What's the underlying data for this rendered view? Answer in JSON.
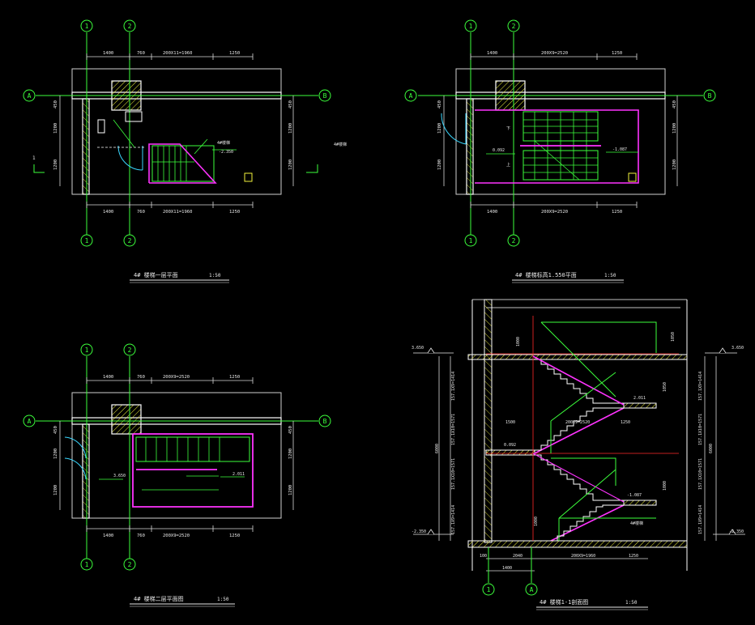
{
  "colors": {
    "background": "#000000",
    "wall": "#ffffff",
    "axis": "#3cff3c",
    "stair": "#3cff3c",
    "handrail": "#ff33ff",
    "dimension": "#d8d8d8",
    "section_axis": "#ff2a2a",
    "door": "#3ad8ff",
    "text": "#e8e8e8",
    "hatch": "#f2f23c"
  },
  "plan_first": {
    "title": "4# 楼梯一层平面",
    "scale": "1:50",
    "axis_top": [
      "1",
      "2"
    ],
    "axis_bottom": [
      "1",
      "2"
    ],
    "axis_side": [
      "A",
      "B"
    ],
    "dims_top": [
      "1400",
      "760",
      "200X11=1960",
      "1250"
    ],
    "dims_bottom": [
      "1400",
      "760",
      "200X11=1960",
      "1250"
    ],
    "dims_left": [
      "450",
      "1200",
      "1200"
    ],
    "dims_right": [
      "450",
      "1200",
      "1200"
    ],
    "level": "-2.350",
    "level_tag": "4#楼梯",
    "side_note": "4#楼梯"
  },
  "plan_mezz": {
    "title": "4# 楼梯标高1.550平面",
    "scale": "1:50",
    "axis_top": [
      "1",
      "2"
    ],
    "axis_bottom": [
      "1",
      "2"
    ],
    "axis_side": [
      "A",
      "B"
    ],
    "dims_top": [
      "1400",
      "200X9=2520",
      "1250"
    ],
    "dims_bottom": [
      "1400",
      "200X9=2520",
      "1250"
    ],
    "dims_left": [
      "450",
      "1200",
      "1200"
    ],
    "dims_right": [
      "450",
      "1200",
      "1200"
    ],
    "level_left": "0.092",
    "level_right": "-1.087",
    "labels": [
      "下",
      "上"
    ]
  },
  "plan_second": {
    "title": "4# 楼梯二层平面图",
    "scale": "1:50",
    "axis_top": [
      "1",
      "2"
    ],
    "axis_bottom": [
      "1",
      "2"
    ],
    "axis_side": [
      "A",
      "B"
    ],
    "dims_top": [
      "1400",
      "760",
      "200X9=2520",
      "1250"
    ],
    "dims_bottom": [
      "1400",
      "760",
      "200X9=2520",
      "1250"
    ],
    "dims_left": [
      "450",
      "1200",
      "1200"
    ],
    "dims_right": [
      "450",
      "1200",
      "1200"
    ],
    "level_left": "3.650",
    "level_right": "2.011"
  },
  "section": {
    "title": "4# 楼梯1-1剖面图",
    "scale": "1:50",
    "axis_bottom": [
      "1",
      "A"
    ],
    "level_top_left": "3.650",
    "level_top_right": "3.650",
    "level_bottom_left": "-2.350",
    "level_bottom_right": "-2.350",
    "levels_mid": [
      "2.011",
      "0.092",
      "-1.087"
    ],
    "dims_left": [
      "157.1X9=1414",
      "157.1X10=1571",
      "157.1X10=1571",
      "157.1X9=1414"
    ],
    "dims_right": [
      "157.1X9=1414",
      "157.1X10=1571",
      "157.1X10=1571",
      "157.1X9=1414"
    ],
    "overall_height": "6000",
    "dims_bottom": [
      "1400",
      "200X9=1960",
      "1250"
    ],
    "dims_bottom_left": [
      "100",
      "2040"
    ],
    "mid_dims": [
      "1500",
      "200X9=2520",
      "1250"
    ],
    "other_dims": [
      "1000",
      "1050",
      "1050",
      "1000",
      "1000"
    ],
    "stair_tag": "4#楼梯"
  }
}
